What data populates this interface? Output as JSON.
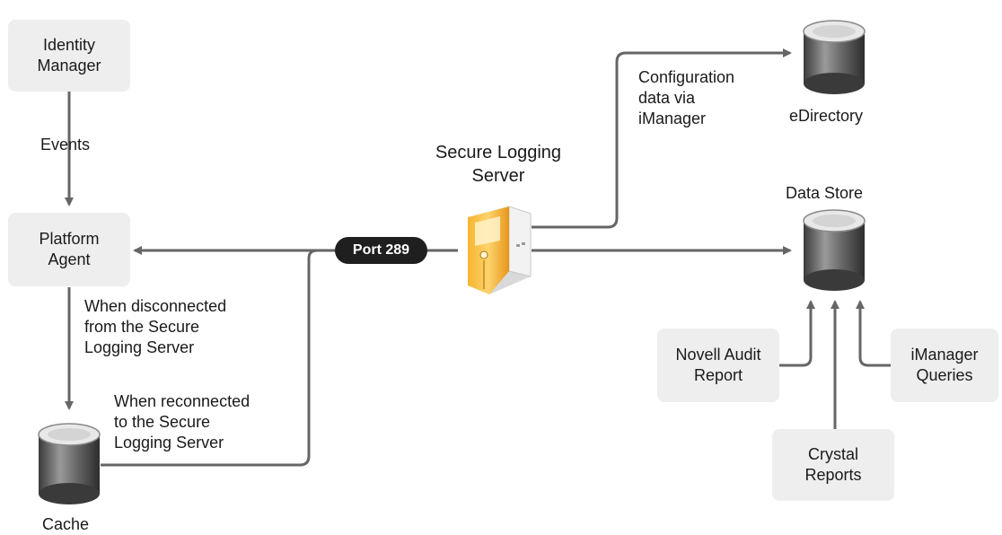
{
  "nodes": {
    "identity_manager": "Identity\nManager",
    "platform_agent": "Platform\nAgent",
    "cache": "Cache",
    "secure_logging_server": "Secure Logging\nServer",
    "edirectory": "eDirectory",
    "data_store": "Data Store",
    "novell_audit_report": "Novell Audit\nReport",
    "imanager_queries": "iManager\nQueries",
    "crystal_reports": "Crystal\nReports"
  },
  "edges": {
    "events": "Events",
    "disconnected": "When disconnected\nfrom the Secure\nLogging Server",
    "reconnected": "When reconnected\nto the Secure\nLogging Server",
    "configuration": "Configuration\ndata via\niManager",
    "port": "Port 289"
  },
  "colors": {
    "line": "#666666",
    "box": "#eeeeee",
    "server": "#f5a623",
    "badge": "#1f1f1f"
  }
}
